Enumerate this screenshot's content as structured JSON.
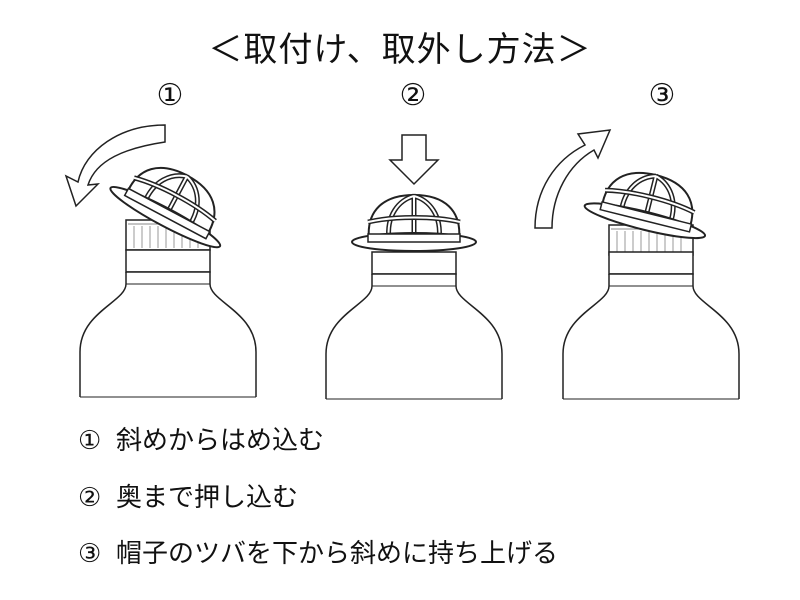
{
  "title": "＜取付け、取外し方法＞",
  "figure_labels": [
    "①",
    "②",
    "③"
  ],
  "steps": [
    {
      "num": "①",
      "text": "斜めからはめ込む"
    },
    {
      "num": "②",
      "text": "奥まで押し込む"
    },
    {
      "num": "③",
      "text": "帽子のツバを下から斜めに持ち上げる"
    }
  ]
}
